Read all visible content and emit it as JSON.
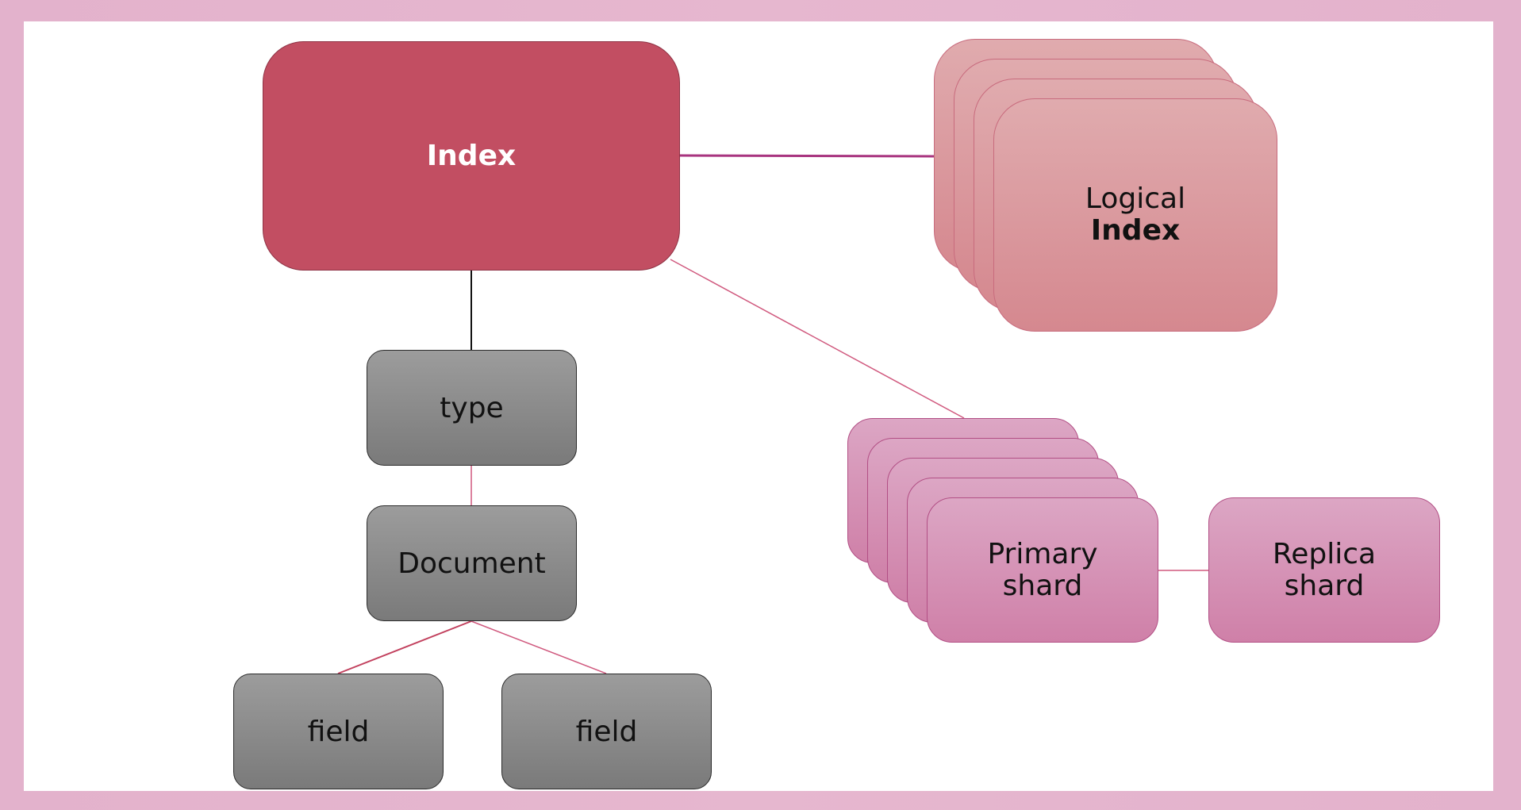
{
  "colors": {
    "index_fill": "#c24e62",
    "gray_fill": "#8a8a8a",
    "logical_fill": "#dca0a6",
    "shard_fill": "#d795b7",
    "connector_pink": "#a8347f",
    "connector_light": "#d0597e",
    "connector_black": "#111111",
    "background_border": "#e5b5ce"
  },
  "nodes": {
    "index": "Index",
    "type": "type",
    "document": "Document",
    "field_1": "field",
    "field_2": "field",
    "logical_line1": "Logical",
    "logical_line2": "Index",
    "primary_line1": "Primary",
    "primary_line2": "shard",
    "replica_line1": "Replica",
    "replica_line2": "shard"
  }
}
